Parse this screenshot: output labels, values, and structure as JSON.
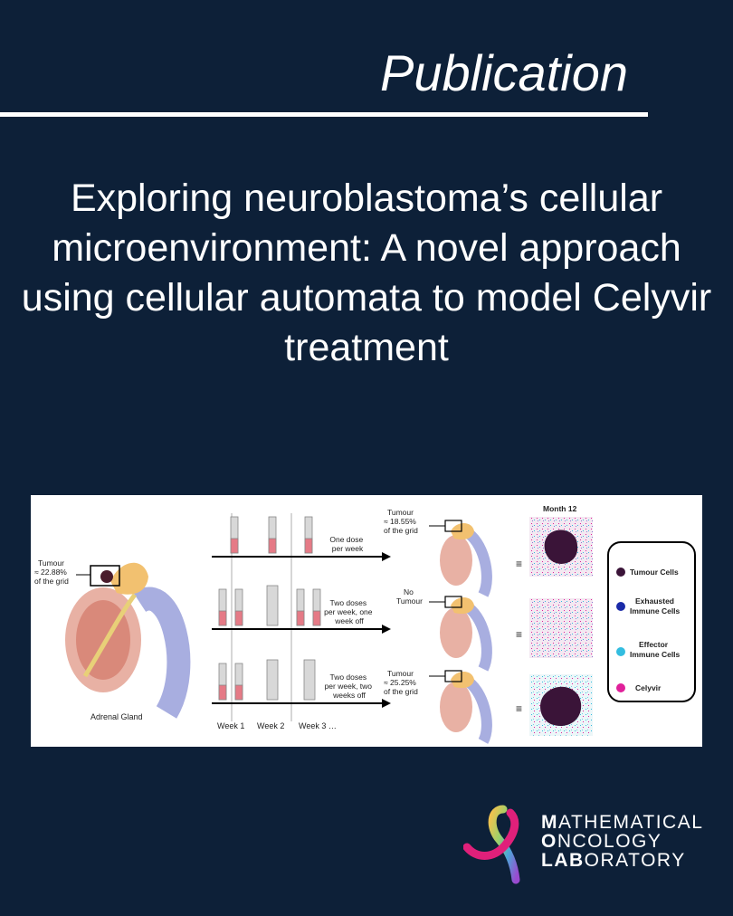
{
  "header": {
    "label": "Publication"
  },
  "title": "Exploring neuroblastoma’s cellular microenvironment: A novel approach using cellular automata to model Celyvir treatment",
  "figure": {
    "left_tumour": [
      "Tumour",
      "≈ 22.88%",
      "of the grid"
    ],
    "organ_label": "Adrenal Gland",
    "weeks": [
      "Week 1",
      "Week 2",
      "Week 3 …"
    ],
    "month_label": "Month 12",
    "rows": [
      {
        "schedule": [
          "One dose",
          "per week"
        ],
        "result": [
          "Tumour",
          "≈ 18.55%",
          "of the grid"
        ]
      },
      {
        "schedule": [
          "Two doses",
          "per week, one",
          "week off"
        ],
        "result": [
          "No",
          "Tumour"
        ]
      },
      {
        "schedule": [
          "Two doses",
          "per week, two",
          "weeks off"
        ],
        "result": [
          "Tumour",
          "≈ 25.25%",
          "of the grid"
        ]
      }
    ],
    "equiv_symbol": "≡",
    "legend": [
      {
        "label": [
          "Tumour Cells"
        ],
        "color": "#3a1438"
      },
      {
        "label": [
          "Exhausted",
          "Immune Cells"
        ],
        "color": "#1a2aa8"
      },
      {
        "label": [
          "Effector",
          "Immune Cells"
        ],
        "color": "#33bde0"
      },
      {
        "label": [
          "Celyvir"
        ],
        "color": "#e0209a"
      }
    ]
  },
  "logo": {
    "lines": [
      {
        "bold": "M",
        "rest": "ATHEMATICAL"
      },
      {
        "bold": "O",
        "rest": "NCOLOGY"
      },
      {
        "bold": "LAB",
        "rest": "ORATORY"
      }
    ]
  }
}
